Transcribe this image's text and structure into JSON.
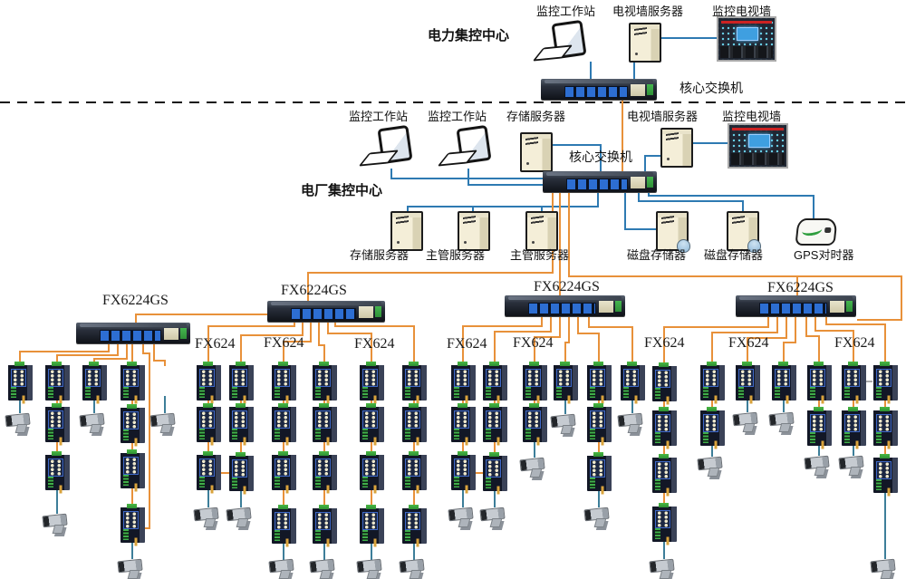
{
  "diagram": {
    "dispatch_center": {
      "title": "电力集控中心",
      "workstation": "监控工作站",
      "tv_server": "电视墙服务器",
      "tv_wall": "监控电视墙",
      "core_switch": "核心交换机"
    },
    "plant_center": {
      "title": "电厂集控中心",
      "workstation1": "监控工作站",
      "workstation2": "监控工作站",
      "storage_server": "存储服务器",
      "tv_server": "电视墙服务器",
      "tv_wall": "监控电视墙",
      "core_switch": "核心交换机"
    },
    "server_row": {
      "storage": "存储服务器",
      "master1": "主管服务器",
      "master2": "主管服务器",
      "disk1": "磁盘存储器",
      "disk2": "磁盘存储器",
      "gps": "GPS对时器"
    },
    "aggregation_switch_model": "FX6224GS",
    "access_switch_model": "FX624",
    "colors": {
      "link_blue": "#2e7ab2",
      "link_orange": "#e8913a",
      "camera_link_teal": "#3d7e99",
      "divider_black": "#151515"
    }
  }
}
